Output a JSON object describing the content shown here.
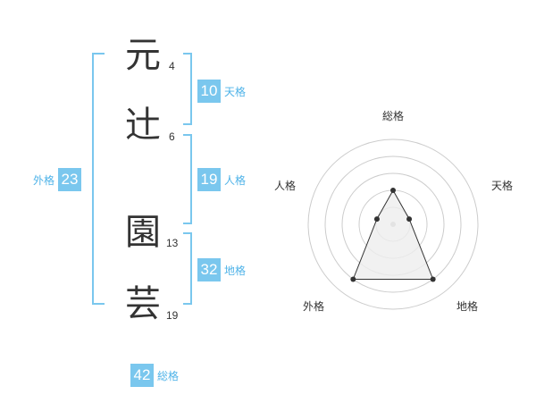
{
  "name": {
    "characters": [
      {
        "char": "元",
        "strokes": "4"
      },
      {
        "char": "辻",
        "strokes": "6"
      },
      {
        "char": "園",
        "strokes": "13"
      },
      {
        "char": "芸",
        "strokes": "19"
      }
    ]
  },
  "fortune": {
    "tenkaku": {
      "label": "天格",
      "value": "10"
    },
    "jinkaku": {
      "label": "人格",
      "value": "19"
    },
    "chikaku": {
      "label": "地格",
      "value": "32"
    },
    "gaikaku": {
      "label": "外格",
      "value": "23"
    },
    "soukaku": {
      "label": "総格",
      "value": "42"
    }
  },
  "radar": {
    "axes": {
      "top": "総格",
      "right": "天格",
      "bottom_right": "地格",
      "bottom_left": "外格",
      "left": "人格"
    },
    "levels": 5,
    "scores": {
      "soukaku": 2,
      "tenkaku": 1,
      "chikaku": 4,
      "gaikaku": 4,
      "jinkaku": 1
    }
  },
  "colors": {
    "accent": "#7ac7ee",
    "label": "#4fb3e8",
    "text": "#333333",
    "grid": "#cccccc",
    "fill": "#eeeeee"
  }
}
